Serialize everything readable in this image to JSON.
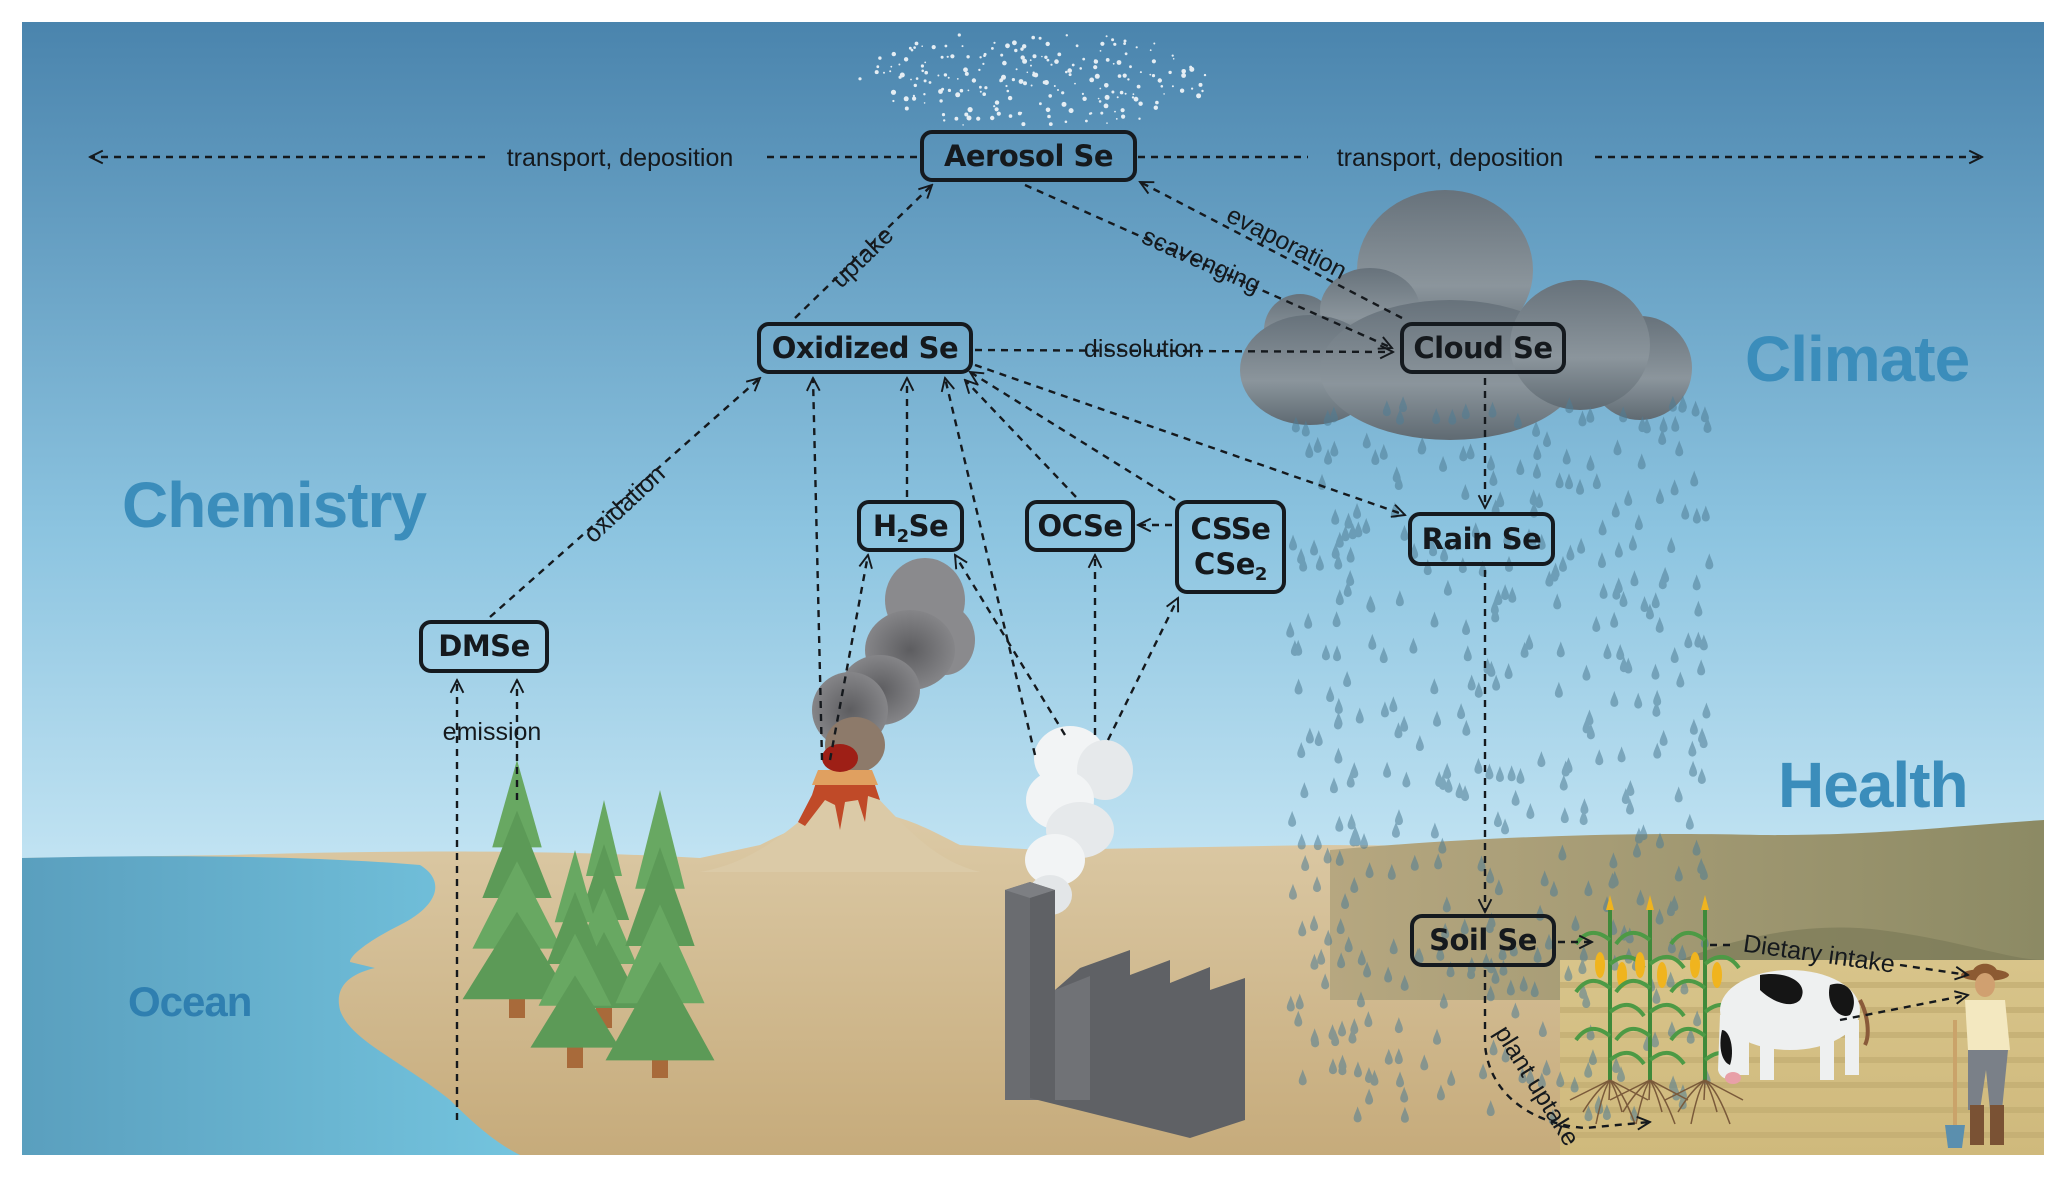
{
  "diagram": {
    "title": "Selenium cycle: chemistry, climate and health",
    "regions": {
      "chemistry": "Chemistry",
      "climate": "Climate",
      "health": "Health",
      "ocean": "Ocean"
    },
    "nodes": {
      "aerosol": "Aerosol Se",
      "oxidized": "Oxidized Se",
      "cloud": "Cloud Se",
      "h2se_main": "H",
      "h2se_sub": "2",
      "h2se_tail": "Se",
      "ocse": "OCSe",
      "csse": "CSSe",
      "cse2_main": "CSe",
      "cse2_sub": "2",
      "rain": "Rain Se",
      "dmse": "DMSe",
      "soil": "Soil Se"
    },
    "edges": {
      "transport_left": "transport, deposition",
      "transport_right": "transport, deposition",
      "uptake": "uptake",
      "evaporation": "evaporation",
      "scavenging": "scavenging",
      "dissolution": "dissolution",
      "oxidation": "oxidation",
      "emission": "emission",
      "dietary_intake": "Dietary intake",
      "plant_uptake": "plant uptake"
    },
    "colors": {
      "sky_top": "#4a84ad",
      "sky_bottom": "#c8e6f4",
      "ocean": "#6fbfdb",
      "ocean_deep": "#4f9cbd",
      "sand": "#d9c7a2",
      "region_label": "#3b8dbb",
      "tree": "#5f9e5a",
      "cloud": "#6f7b84",
      "factory": "#6c6e72",
      "lava": "#b5321e"
    }
  }
}
